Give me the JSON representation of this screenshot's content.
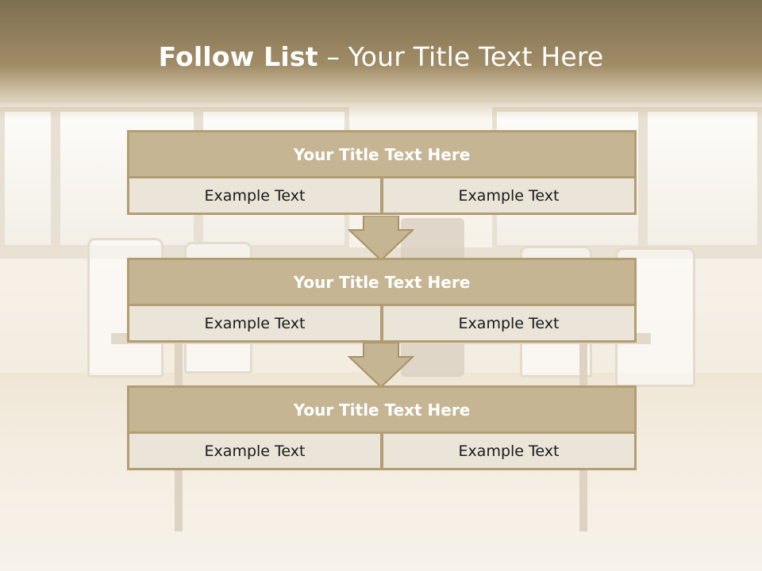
{
  "title": {
    "bold": "Follow List",
    "light": "– Your Title Text Here"
  },
  "blocks": [
    {
      "title": "Your Title Text Here",
      "left": "Example Text",
      "right": "Example Text"
    },
    {
      "title": "Your Title Text Here",
      "left": "Example Text",
      "right": "Example Text"
    },
    {
      "title": "Your Title Text Here",
      "left": "Example Text",
      "right": "Example Text"
    }
  ],
  "colors": {
    "block_border": "#b39d72",
    "block_title_fill": "#c5b593",
    "cell_fill": "#eae4d9",
    "arrow_fill": "#c5b593",
    "header_band": "#7e6f52"
  },
  "icons": [
    "down-arrow",
    "down-arrow"
  ]
}
